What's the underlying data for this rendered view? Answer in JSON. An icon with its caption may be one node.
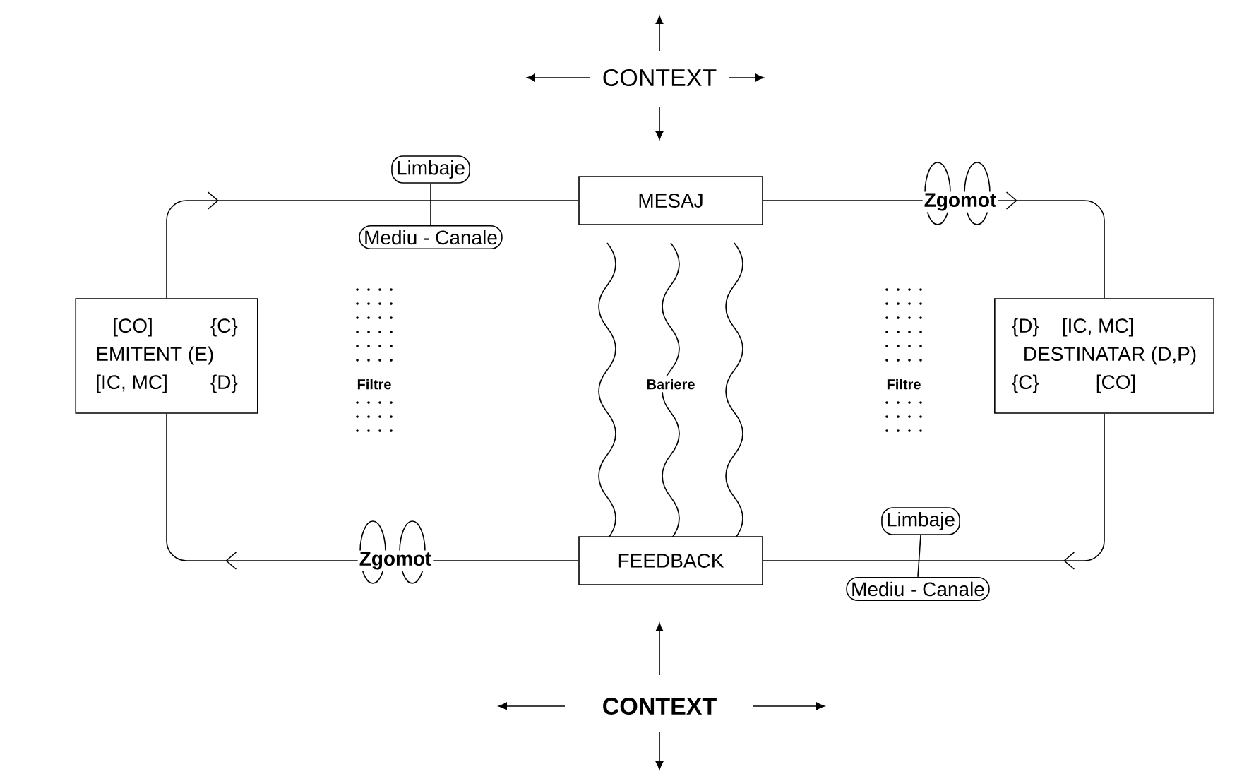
{
  "diagram": {
    "nodes": [
      {
        "text": [
          "[CO]",
          "{C}",
          "EMITENT (E)",
          "[IC, MC]",
          "{D}"
        ]
      },
      {
        "text": [
          "MESAJ"
        ]
      },
      {
        "text": [
          "{D}",
          "[IC, MC]",
          "DESTINATAR (D,P)",
          "{C}",
          "[CO]"
        ]
      },
      {
        "text": [
          "FEEDBACK"
        ]
      },
      {
        "text": [
          "Limbaje"
        ]
      },
      {
        "text": [
          "Mediu - Canale"
        ]
      },
      {
        "text": [
          "Limbaje"
        ]
      },
      {
        "text": [
          "Mediu - Canale"
        ]
      }
    ],
    "edges": [
      {
        "from": 0,
        "to": 1,
        "arrow": "to"
      },
      {
        "from": 1,
        "to": 2,
        "arrow": "to",
        "label": "Zgomot"
      },
      {
        "from": 2,
        "to": 3,
        "arrow": "to"
      },
      {
        "from": 3,
        "to": 0,
        "arrow": "to",
        "label": "Zgomot"
      },
      {
        "from": 4,
        "to": 5,
        "arrow": "none"
      },
      {
        "from": 6,
        "to": 7,
        "arrow": "none"
      }
    ],
    "labels": [
      "CONTEXT",
      "Filtre",
      "Bariere",
      "Filtre",
      "CONTEXT"
    ]
  }
}
